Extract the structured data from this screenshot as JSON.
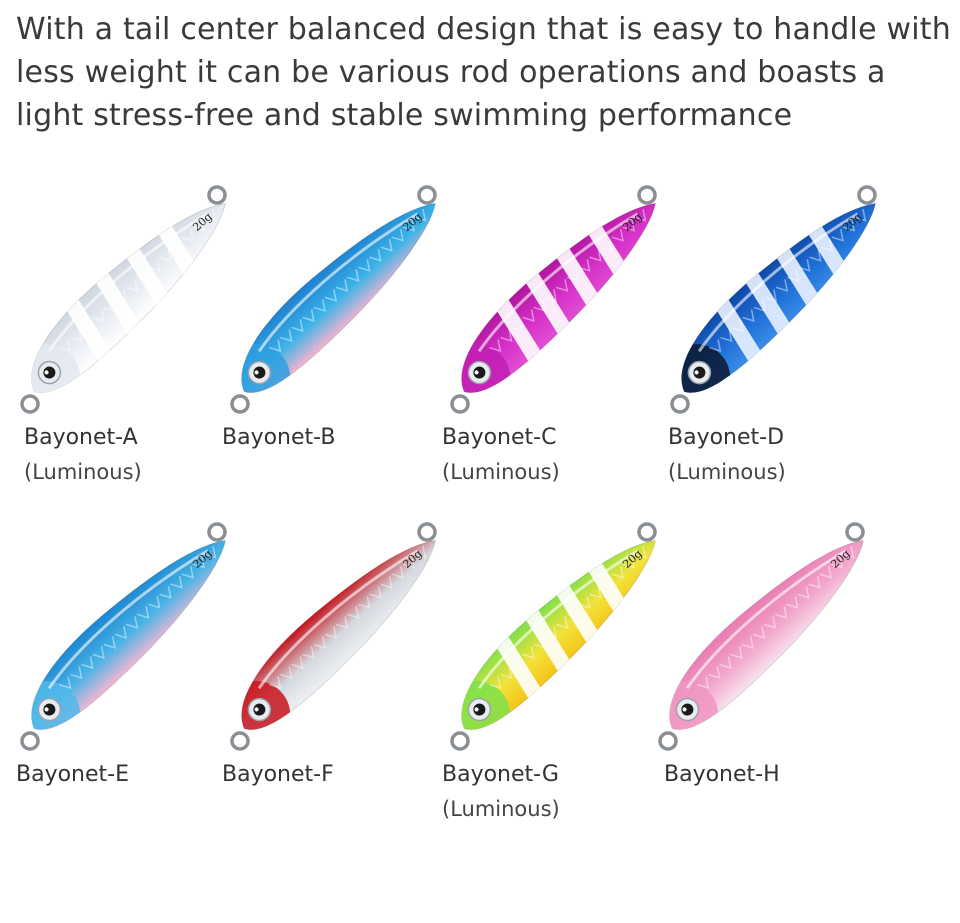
{
  "headline": "With a tail center balanced design that is easy to handle with less weight it can be various rod operations and boasts a light stress-free and stable swimming performance",
  "weight_label": "20g",
  "products": [
    {
      "name": "Bayonet-A",
      "note": "(Luminous)",
      "body": "#e9edf3",
      "back": "#cfd6df",
      "belly": "#ffffff",
      "head": "#e4e8ee",
      "stripes": "#ffffff"
    },
    {
      "name": "Bayonet-B",
      "note": "",
      "body": "#3ab3e8",
      "back": "#1e7fd0",
      "belly": "#f5b3cf",
      "head": "#2f9fe0",
      "stripes": ""
    },
    {
      "name": "Bayonet-C",
      "note": "(Luminous)",
      "body": "#d630c8",
      "back": "#b0159e",
      "belly": "#e04fd4",
      "head": "#c21fb4",
      "stripes": "#ffffff"
    },
    {
      "name": "Bayonet-D",
      "note": "(Luminous)",
      "body": "#1f6fd6",
      "back": "#0f48a8",
      "belly": "#3a8ce8",
      "head": "#0a1830",
      "stripes": "#eaf2ff"
    },
    {
      "name": "Bayonet-E",
      "note": "",
      "body": "#4bb4e6",
      "back": "#1b86d2",
      "belly": "#f3b6d2",
      "head": "#52b8ea",
      "stripes": ""
    },
    {
      "name": "Bayonet-F",
      "note": "",
      "body": "#d4d8de",
      "back": "#c4121a",
      "belly": "#eef0f3",
      "head": "#c8151c",
      "stripes": ""
    },
    {
      "name": "Bayonet-G",
      "note": "(Luminous)",
      "body": "#f2e23a",
      "back": "#7ee04a",
      "belly": "#f5c418",
      "head": "#7fe04a",
      "stripes": "#ffffff"
    },
    {
      "name": "Bayonet-H",
      "note": "",
      "body": "#f2a6cc",
      "back": "#e97ab2",
      "belly": "#f7e3ee",
      "head": "#f095c2",
      "stripes": ""
    }
  ]
}
